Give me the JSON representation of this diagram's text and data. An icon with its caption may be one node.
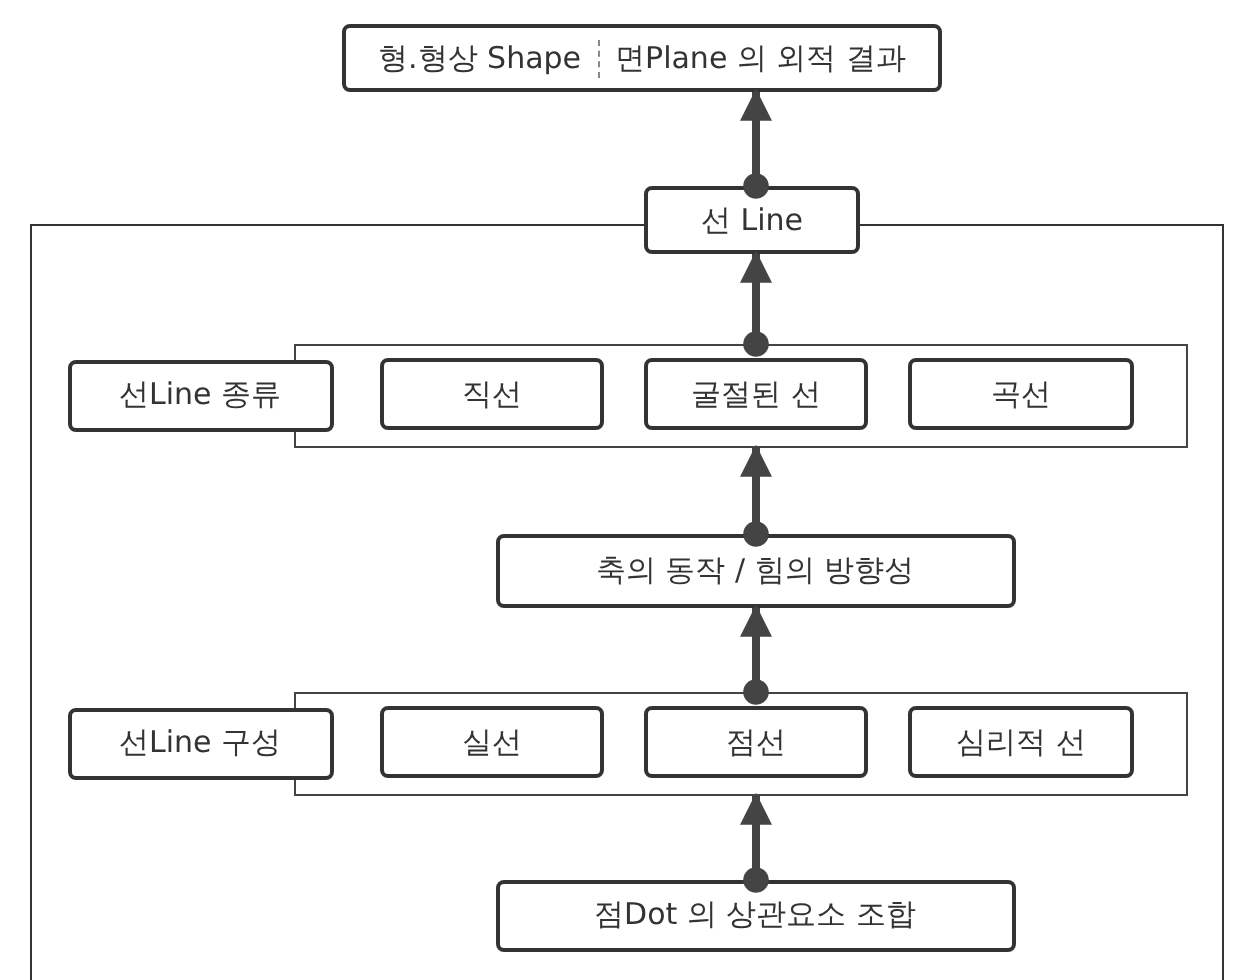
{
  "diagram": {
    "nodes": [
      {
        "text": [
          "형.형상 Shape",
          "면Plane 의 외적 결과"
        ]
      },
      {
        "text": [
          "선 Line"
        ]
      },
      {
        "text": [],
        "shape": "box"
      },
      {
        "text": [],
        "shape": "box",
        "in": 2
      },
      {
        "text": [
          "선Line 종류"
        ],
        "in": 2
      },
      {
        "text": [
          "직선"
        ],
        "in": 3
      },
      {
        "text": [
          "굴절된 선"
        ],
        "in": 3
      },
      {
        "text": [
          "곡선"
        ],
        "in": 3
      },
      {
        "text": [
          "축의 동작 / 힘의 방향성"
        ],
        "in": 2
      },
      {
        "text": [],
        "shape": "box",
        "in": 2
      },
      {
        "text": [
          "선Line 구성"
        ],
        "in": 2
      },
      {
        "text": [
          "실선"
        ],
        "in": 9
      },
      {
        "text": [
          "점선"
        ],
        "in": 9
      },
      {
        "text": [
          "심리적 선"
        ],
        "in": 9
      },
      {
        "text": [
          "점Dot 의 상관요소 조합"
        ],
        "in": 2
      }
    ],
    "edges": [
      {
        "from": 1,
        "to": 0,
        "arrow": "to"
      },
      {
        "from": 3,
        "to": 1,
        "arrow": "to"
      },
      {
        "from": 8,
        "to": 3,
        "arrow": "to"
      },
      {
        "from": 9,
        "to": 8,
        "arrow": "to"
      },
      {
        "from": 14,
        "to": 9,
        "arrow": "to"
      }
    ]
  }
}
